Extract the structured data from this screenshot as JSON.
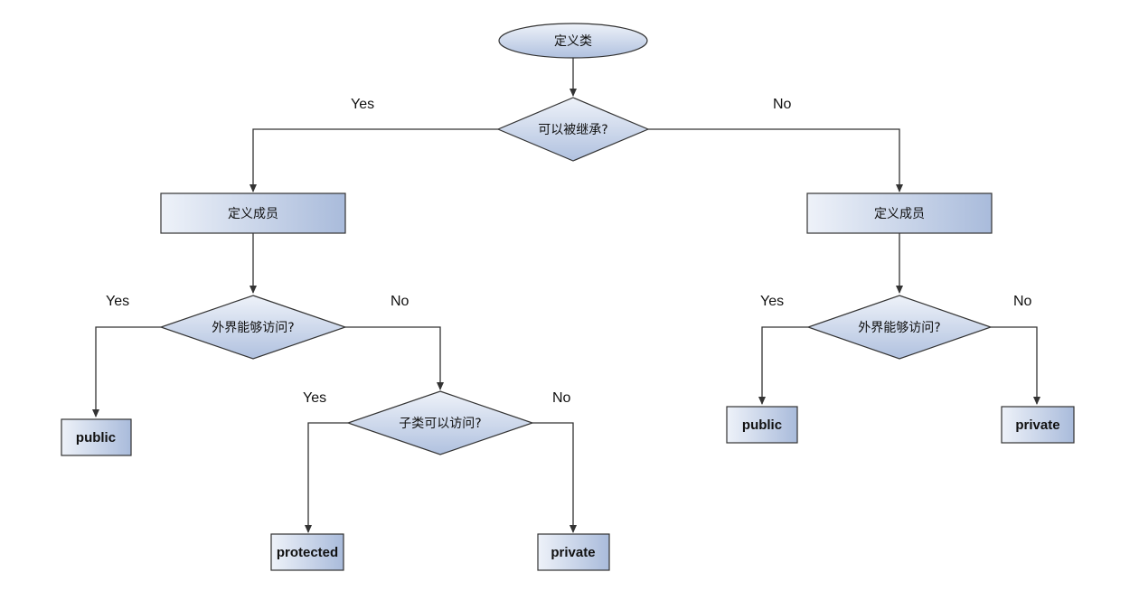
{
  "diagram": {
    "start": "定义类",
    "decision_inherit": "可以被继承?",
    "yes": "Yes",
    "no": "No",
    "left": {
      "member": "定义成员",
      "decision_external": "外界能够访问?",
      "leaf_public": "public",
      "decision_subclass": "子类可以访问?",
      "leaf_protected": "protected",
      "leaf_private": "private"
    },
    "right": {
      "member": "定义成员",
      "decision_external": "外界能够访问?",
      "leaf_public": "public",
      "leaf_private": "private"
    }
  },
  "colors": {
    "fill_light": "#ffffff",
    "fill_dark": "#aabbd9",
    "stroke": "#333333"
  }
}
